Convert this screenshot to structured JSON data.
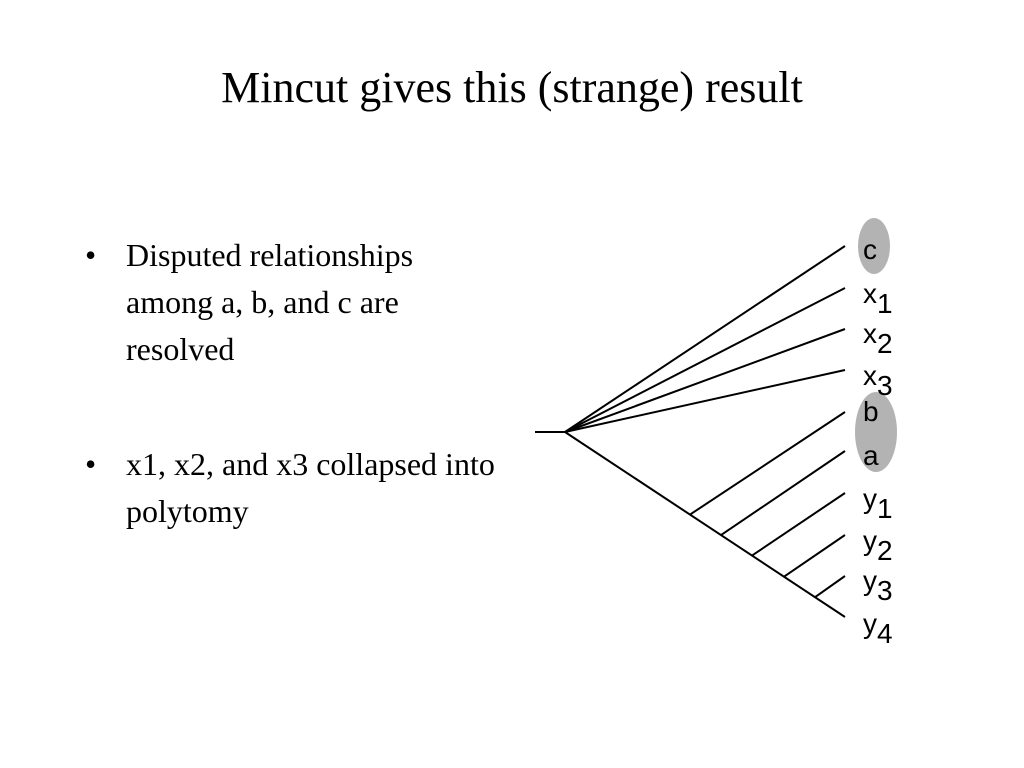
{
  "slide": {
    "title": "Mincut gives this (strange) result"
  },
  "bullets": [
    {
      "text": "Disputed relationships among a, b, and c are resolved"
    },
    {
      "text": "x1, x2, and x3 collapsed into polytomy"
    }
  ],
  "bullet_symbol": "•",
  "tree": {
    "leaves": [
      {
        "base": "c",
        "sub": "",
        "highlighted": true
      },
      {
        "base": "x",
        "sub": "1",
        "highlighted": false
      },
      {
        "base": "x",
        "sub": "2",
        "highlighted": false
      },
      {
        "base": "x",
        "sub": "3",
        "highlighted": false
      },
      {
        "base": "b",
        "sub": "",
        "highlighted": true
      },
      {
        "base": "a",
        "sub": "",
        "highlighted": true
      },
      {
        "base": "y",
        "sub": "1",
        "highlighted": false
      },
      {
        "base": "y",
        "sub": "2",
        "highlighted": false
      },
      {
        "base": "y",
        "sub": "3",
        "highlighted": false
      },
      {
        "base": "y",
        "sub": "4",
        "highlighted": false
      }
    ],
    "highlight_color": "#b3b3b3",
    "line_color": "#000000"
  }
}
